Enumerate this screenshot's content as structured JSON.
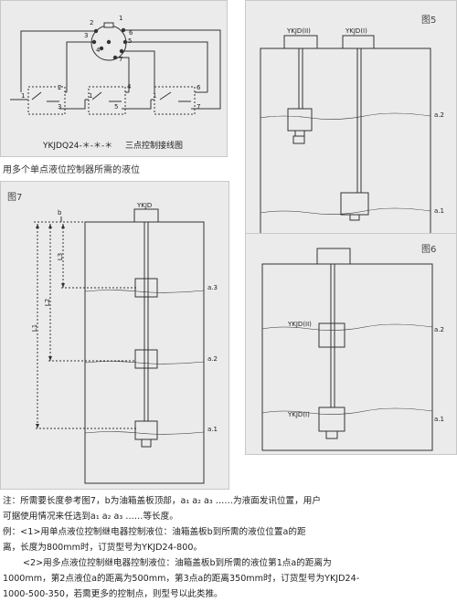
{
  "wiring": {
    "model": "YKJDQ24-＊-＊-＊",
    "title": "三点控制接线图",
    "pins": [
      "2",
      "1",
      "3",
      "4",
      "5",
      "6",
      "7"
    ],
    "relay_left_labels": [
      "1",
      "2",
      "3"
    ],
    "relay_mid_labels": [
      "1",
      "4",
      "5"
    ],
    "relay_right_labels": [
      "1",
      "6",
      "7"
    ]
  },
  "caption": "用多个单点液位控制器所需的液位",
  "fig5": {
    "label": "图5",
    "heads": [
      "YKJD(II)",
      "YKJD(I)"
    ],
    "levels": [
      "a.2",
      "a.1"
    ]
  },
  "fig6": {
    "label": "图6",
    "sensors": [
      "YKJD(II)",
      "YKJD(I)"
    ],
    "levels": [
      "a.2",
      "a.1"
    ]
  },
  "fig7": {
    "label": "图7",
    "head": "YKJD",
    "top_label": "b",
    "dims": [
      "L3",
      "L2",
      "L1"
    ],
    "levels": [
      "a.3",
      "a.2",
      "a.1"
    ]
  },
  "notes": {
    "line1": "注：所需要长度参考图7，b为油箱盖板顶部，a₁ a₂ a₃ ……为液面发讯位置，用户",
    "line2": "可据使用情况来任选到a₁ a₂ a₃ ……等长度。",
    "line3": "例：<1>用单点液位控制继电器控制液位：油箱盖板b到所需的液位位置a的距",
    "line4": "离，长度为800mm时，订货型号为YKJD24-800。",
    "line5": "<2>用多点液位控制继电器控制液位：油箱盖板b到所需的液位第1点a的距离为",
    "line6": "1000mm，第2点液位a的距离为500mm，第3点a的距离350mm时，订货型号为YKJD24-",
    "line7": "1000-500-350，若需更多的控制点，则型号以此类推。"
  }
}
